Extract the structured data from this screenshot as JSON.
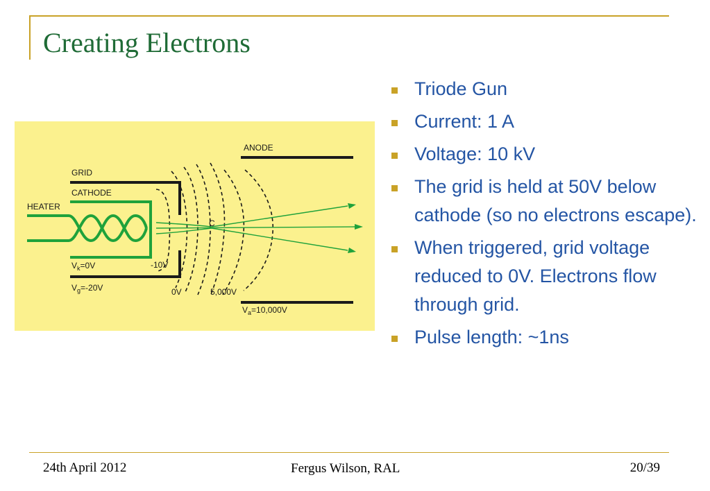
{
  "slide": {
    "title": "Creating Electrons"
  },
  "diagram": {
    "labels": {
      "anode": "ANODE",
      "grid": "GRID",
      "cathode": "CATHODE",
      "heater": "HEATER",
      "crossover": "C",
      "vk_prefix": "V",
      "vk_sub": "k",
      "vk_value": "=0V",
      "vg_prefix": "V",
      "vg_sub": "g",
      "vg_value": "=-20V",
      "minus10": "-10V",
      "zero_v": "0V",
      "five_kv": "5,000V",
      "va_prefix": "V",
      "va_sub": "a",
      "va_value": "=10,000V"
    },
    "colors": {
      "background": "#fbf18e",
      "heater_green": "#1fa23b",
      "electrodes": "#1a1a1a"
    }
  },
  "bullets": [
    "Triode Gun",
    "Current: 1 A",
    "Voltage: 10 kV",
    "The grid is held at 50V below cathode (so no electrons escape).",
    "When triggered, grid voltage reduced to 0V. Electrons flow through grid.",
    "Pulse length: ~1ns"
  ],
  "footer": {
    "date": "24th April 2012",
    "author": "Fergus Wilson, RAL",
    "page": "20/39"
  },
  "colors": {
    "title": "#1f6b36",
    "bullet_text": "#2455a4",
    "accent": "#c9a227"
  }
}
